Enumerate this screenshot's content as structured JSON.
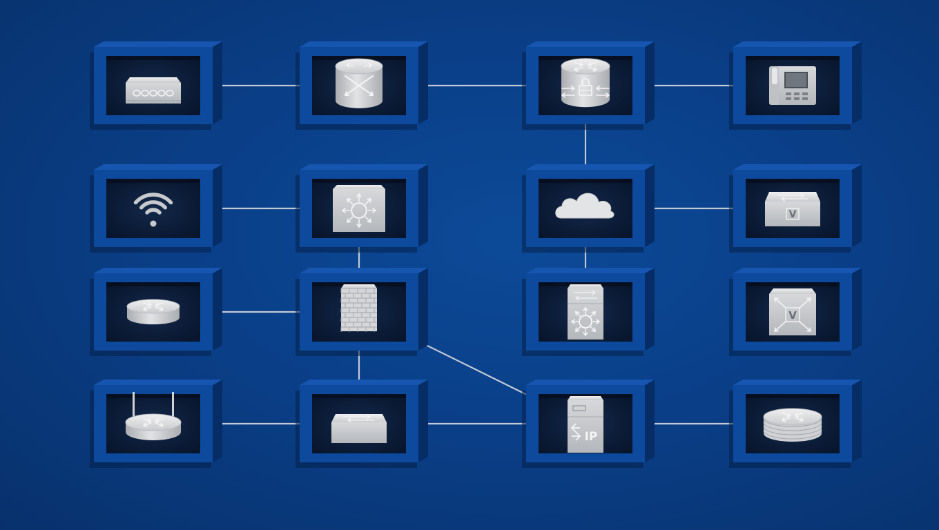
{
  "diagram": {
    "colors": {
      "background": "#0a3f88",
      "frame": "#0d4a9e",
      "frame_light": "#1756b0",
      "frame_dark": "#062d66",
      "inner": "#0c1a33",
      "connector": "#c4c9d6",
      "device": "#cfd1d4",
      "device_dark": "#9a9ea3",
      "device_line": "#f4f4f4"
    },
    "nodes": [
      {
        "id": "modem",
        "name": "modem-node",
        "icon": "modem-icon",
        "row": 0,
        "col": 0
      },
      {
        "id": "xrouter",
        "name": "cross-router-node",
        "icon": "cross-router-icon",
        "row": 0,
        "col": 1
      },
      {
        "id": "secrouter",
        "name": "secure-router-node",
        "icon": "secure-router-icon",
        "row": 0,
        "col": 2
      },
      {
        "id": "phone",
        "name": "ip-phone-node",
        "icon": "ip-phone-icon",
        "row": 0,
        "col": 3
      },
      {
        "id": "wifi",
        "name": "wifi-node",
        "icon": "wifi-icon",
        "row": 1,
        "col": 0
      },
      {
        "id": "l3switch",
        "name": "layer3-switch-node",
        "icon": "layer3-switch-icon",
        "row": 1,
        "col": 1
      },
      {
        "id": "cloud",
        "name": "cloud-node",
        "icon": "cloud-icon",
        "row": 1,
        "col": 2
      },
      {
        "id": "vswitch",
        "name": "virtual-switch-node",
        "icon": "virtual-switch-icon",
        "row": 1,
        "col": 3
      },
      {
        "id": "router",
        "name": "router-node",
        "icon": "router-icon",
        "row": 2,
        "col": 0
      },
      {
        "id": "firewall",
        "name": "firewall-node",
        "icon": "firewall-icon",
        "row": 2,
        "col": 1
      },
      {
        "id": "mlswitch",
        "name": "multilayer-switch-node",
        "icon": "multilayer-switch-icon",
        "row": 2,
        "col": 2
      },
      {
        "id": "vl3switch",
        "name": "virtual-layer3-switch-node",
        "icon": "virtual-layer3-switch-icon",
        "row": 2,
        "col": 3
      },
      {
        "id": "wrouter",
        "name": "wireless-router-node",
        "icon": "wireless-router-icon",
        "row": 3,
        "col": 0
      },
      {
        "id": "switch",
        "name": "switch-node",
        "icon": "switch-icon",
        "row": 3,
        "col": 1
      },
      {
        "id": "sipserver",
        "name": "sip-server-node",
        "icon": "sip-server-icon",
        "row": 3,
        "col": 2
      },
      {
        "id": "fwrouter",
        "name": "firewall-router-node",
        "icon": "firewall-router-icon",
        "row": 3,
        "col": 3
      }
    ],
    "edges": [
      [
        "modem",
        "xrouter"
      ],
      [
        "xrouter",
        "secrouter"
      ],
      [
        "secrouter",
        "phone"
      ],
      [
        "secrouter",
        "cloud"
      ],
      [
        "wifi",
        "l3switch"
      ],
      [
        "cloud",
        "vswitch"
      ],
      [
        "cloud",
        "mlswitch"
      ],
      [
        "l3switch",
        "firewall"
      ],
      [
        "router",
        "firewall"
      ],
      [
        "firewall",
        "switch"
      ],
      [
        "firewall",
        "sipserver"
      ],
      [
        "wrouter",
        "switch"
      ],
      [
        "switch",
        "sipserver"
      ],
      [
        "sipserver",
        "fwrouter"
      ]
    ],
    "labels": {
      "vswitch_glyph": "V",
      "vl3switch_glyph": "V",
      "sip_glyph": "IP"
    }
  }
}
